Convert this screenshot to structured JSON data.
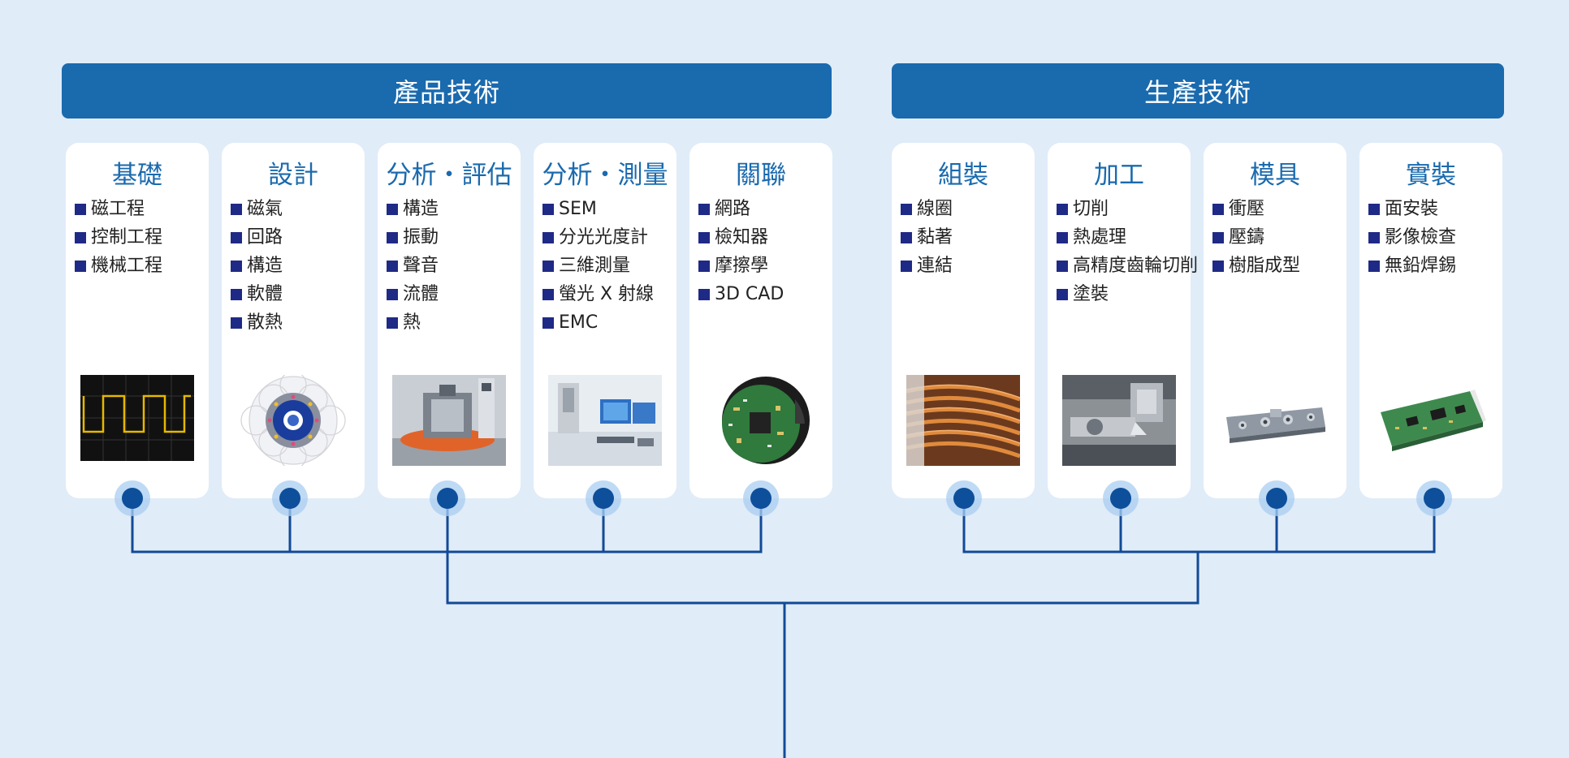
{
  "groups": {
    "product": {
      "title": "產品技術"
    },
    "production": {
      "title": "生產技術"
    }
  },
  "cards": [
    {
      "title": "基礎",
      "items": [
        "磁工程",
        "控制工程",
        "機械工程"
      ],
      "image": "oscilloscope-square-wave"
    },
    {
      "title": "設計",
      "items": [
        "磁氣",
        "回路",
        "構造",
        "軟體",
        "散熱"
      ],
      "image": "magnetic-field-simulation"
    },
    {
      "title": "分析・評估",
      "items": [
        "構造",
        "振動",
        "聲音",
        "流體",
        "熱"
      ],
      "image": "vibration-test-rig"
    },
    {
      "title": "分析・測量",
      "items": [
        "SEM",
        "分光光度計",
        "三維測量",
        "螢光 X 射線",
        "EMC"
      ],
      "image": "measurement-lab"
    },
    {
      "title": "關聯",
      "items": [
        "網路",
        "檢知器",
        "摩擦學",
        "3D CAD"
      ],
      "image": "encoder-circuit-board"
    },
    {
      "title": "組裝",
      "items": [
        "線圈",
        "黏著",
        "連結"
      ],
      "image": "copper-coil"
    },
    {
      "title": "加工",
      "items": [
        "切削",
        "熱處理",
        "高精度齒輪切削",
        "塗裝"
      ],
      "image": "machining-tool"
    },
    {
      "title": "模具",
      "items": [
        "衝壓",
        "壓鑄",
        "樹脂成型"
      ],
      "image": "die-cast-part"
    },
    {
      "title": "實裝",
      "items": [
        "面安裝",
        "影像檢查",
        "無鉛焊錫"
      ],
      "image": "printed-circuit-board"
    }
  ],
  "colors": {
    "background": "#e0ecf8",
    "banner": "#1a6aae",
    "title": "#1a6aae",
    "bullet": "#1f2a86",
    "connector": "#124a96"
  }
}
